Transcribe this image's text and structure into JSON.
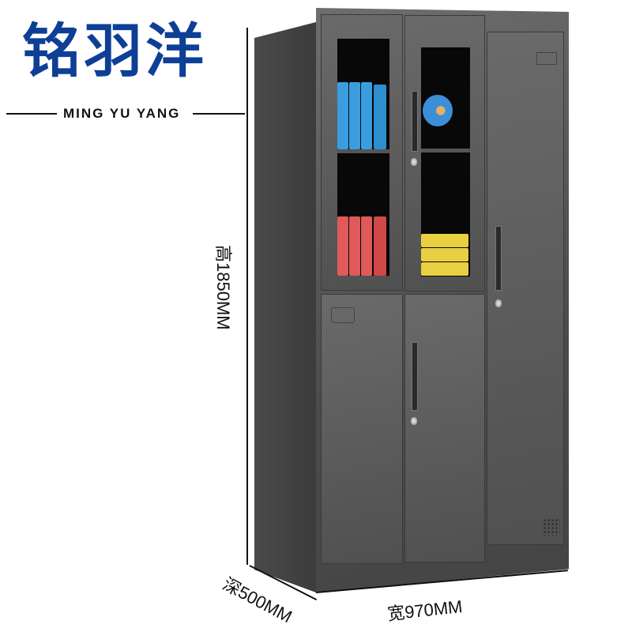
{
  "brand": {
    "name_cn": "铭羽洋",
    "name_en": "MING YU YANG",
    "color": "#0e3f96"
  },
  "dimensions": {
    "height": "高1850MM",
    "width": "宽970MM",
    "depth": "深500MM"
  },
  "product": {
    "type": "steel-filing-cabinet",
    "color": "#595959",
    "upper_left_glass_door": {
      "contents": [
        "blue-binders",
        "red-binders"
      ]
    },
    "upper_right_glass_door": {
      "contents": [
        "globe",
        "yellow-binders"
      ]
    },
    "right_full_door": {
      "features": [
        "handle",
        "lock",
        "vent-holes"
      ]
    },
    "lower_doors": {
      "count": 2
    }
  }
}
